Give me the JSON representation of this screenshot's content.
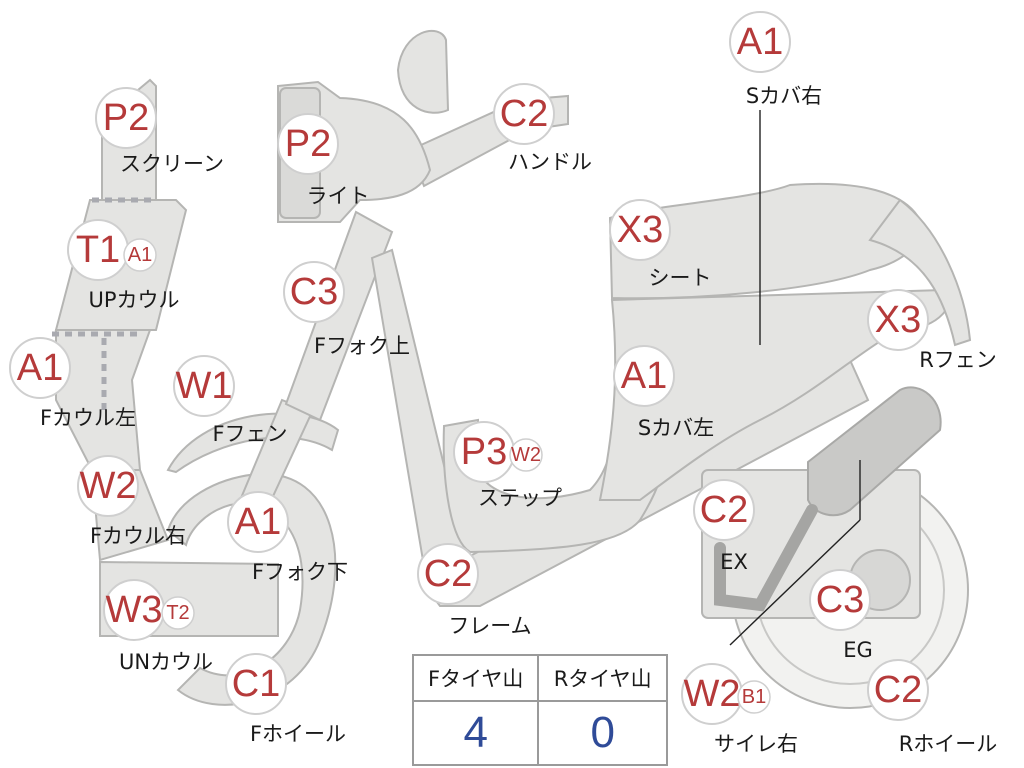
{
  "parts": [
    {
      "id": "screen",
      "grade": "P2",
      "label": "スクリーン"
    },
    {
      "id": "light",
      "grade": "P2",
      "label": "ライト"
    },
    {
      "id": "handle",
      "grade": "C2",
      "label": "ハンドル"
    },
    {
      "id": "side-cover-right",
      "grade": "A1",
      "label": "Sカバ右"
    },
    {
      "id": "upper-cowl",
      "grade": "T1",
      "sub": "A1",
      "label": "UPカウル"
    },
    {
      "id": "seat",
      "grade": "X3",
      "label": "シート"
    },
    {
      "id": "front-fork-upper",
      "grade": "C3",
      "label": "Fフォク上"
    },
    {
      "id": "rear-fender",
      "grade": "X3",
      "label": "Rフェン"
    },
    {
      "id": "front-cowl-left",
      "grade": "A1",
      "label": "Fカウル左"
    },
    {
      "id": "front-fender",
      "grade": "W1",
      "label": "Fフェン"
    },
    {
      "id": "side-cover-left",
      "grade": "A1",
      "label": "Sカバ左"
    },
    {
      "id": "step",
      "grade": "P3",
      "sub": "W2",
      "label": "ステップ"
    },
    {
      "id": "front-cowl-right",
      "grade": "W2",
      "label": "Fカウル右"
    },
    {
      "id": "exhaust",
      "grade": "C2",
      "label": "EX"
    },
    {
      "id": "front-fork-lower",
      "grade": "A1",
      "label": "Fフォク下"
    },
    {
      "id": "frame",
      "grade": "C2",
      "label": "フレーム"
    },
    {
      "id": "engine",
      "grade": "C3",
      "label": "EG"
    },
    {
      "id": "under-cowl",
      "grade": "W3",
      "sub": "T2",
      "label": "UNカウル"
    },
    {
      "id": "front-wheel",
      "grade": "C1",
      "label": "Fホイール"
    },
    {
      "id": "muffler-right",
      "grade": "W2",
      "sub": "B1",
      "label": "サイレ右"
    },
    {
      "id": "rear-wheel",
      "grade": "C2",
      "label": "Rホイール"
    }
  ],
  "tire_table": {
    "headers": [
      "Fタイヤ山",
      "Rタイヤ山"
    ],
    "values": [
      "4",
      "0"
    ]
  }
}
